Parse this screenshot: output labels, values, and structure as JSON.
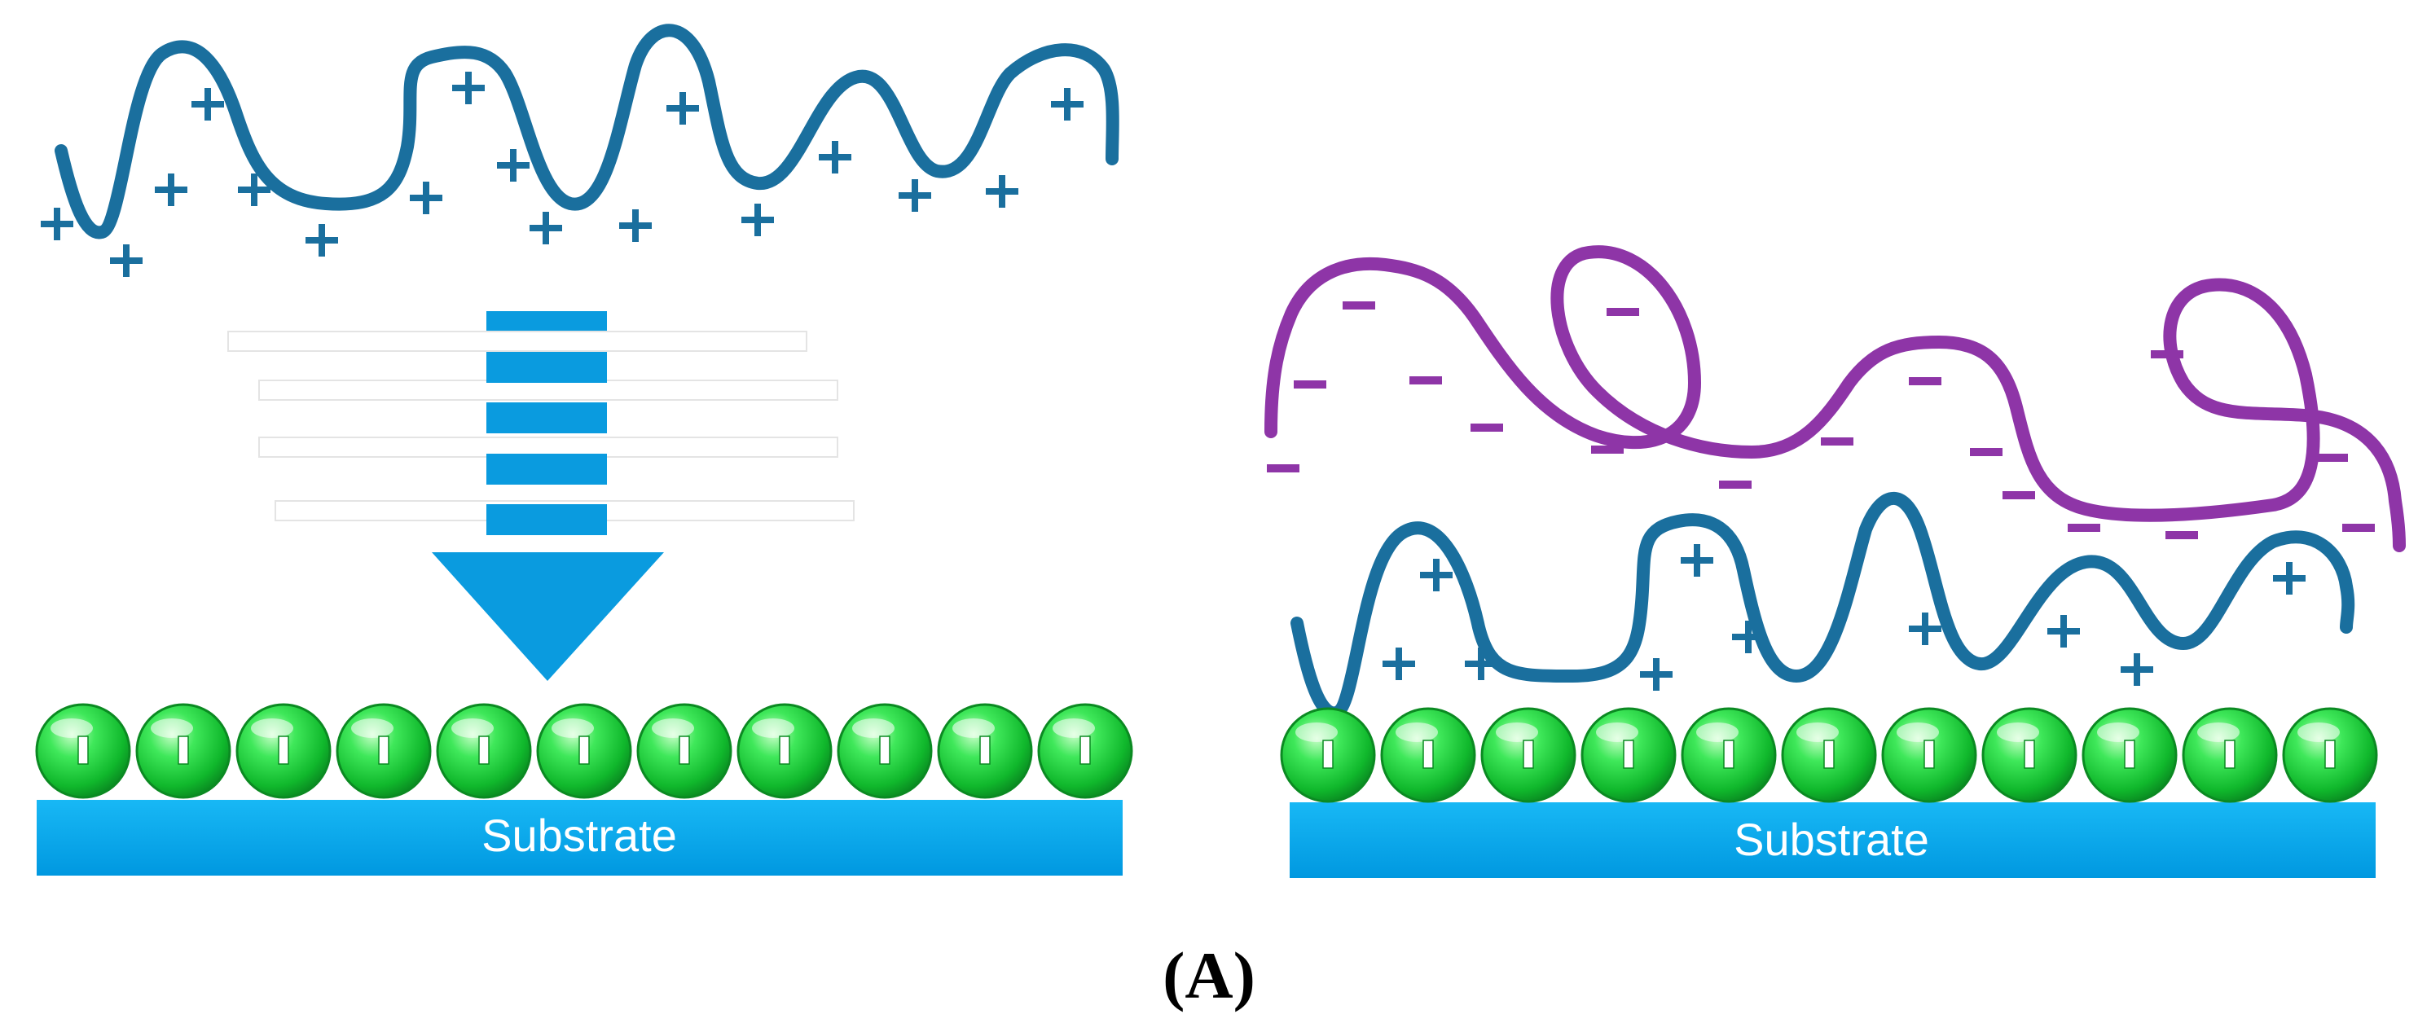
{
  "diagram": {
    "caption": "(A)",
    "left_panel": {
      "substrate_label": "Substrate",
      "particle_count": 11,
      "polymer_charge": "+"
    },
    "right_panel": {
      "substrate_label": "Substrate",
      "particle_count": 11,
      "polycation_charge": "+",
      "polyanion_charge": "−"
    },
    "colors": {
      "polycation": "#1a6f9e",
      "polyanion": "#8e35a7",
      "substrate": "#00aaee",
      "particle": "#1fd13a",
      "arrow": "#0a9bdf",
      "substrate_text": "#ffffff"
    }
  }
}
